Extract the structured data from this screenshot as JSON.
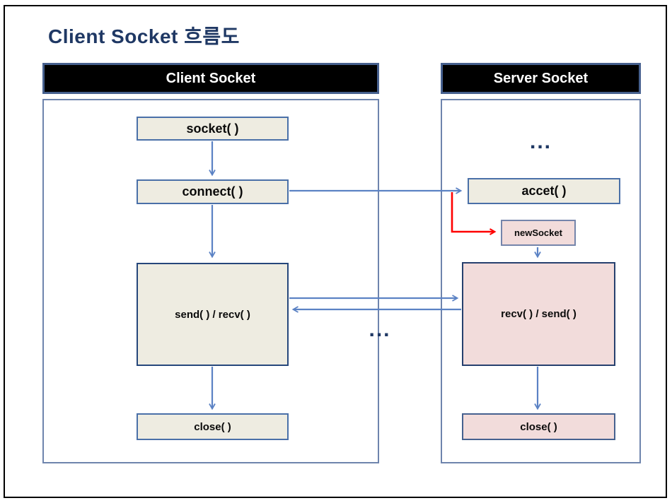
{
  "title": "Client Socket 흐름도",
  "client": {
    "header": "Client Socket",
    "boxes": {
      "socket": "socket( )",
      "connect": "connect( )",
      "send_recv": "send( ) / recv( )",
      "close": "close( )"
    }
  },
  "server": {
    "header": "Server Socket",
    "ellipsis_top": "...",
    "boxes": {
      "accept": "accet( )",
      "new_socket": "newSocket",
      "recv_send": "recv( ) / send( )",
      "close": "close( )"
    }
  },
  "middle_ellipsis": "...",
  "colors": {
    "title_navy": "#1f3864",
    "header_fill": "#000000",
    "header_border": "#46608e",
    "container_border": "#6e84ad",
    "box_beige": "#eeece1",
    "box_pink": "#f2dcdb",
    "box_border_blue": "#4a70a8",
    "big_box_border_navy": "#26477b",
    "arrow_blue": "#5b82c4",
    "arrow_red": "#ff0000",
    "frame_border": "#000000"
  }
}
